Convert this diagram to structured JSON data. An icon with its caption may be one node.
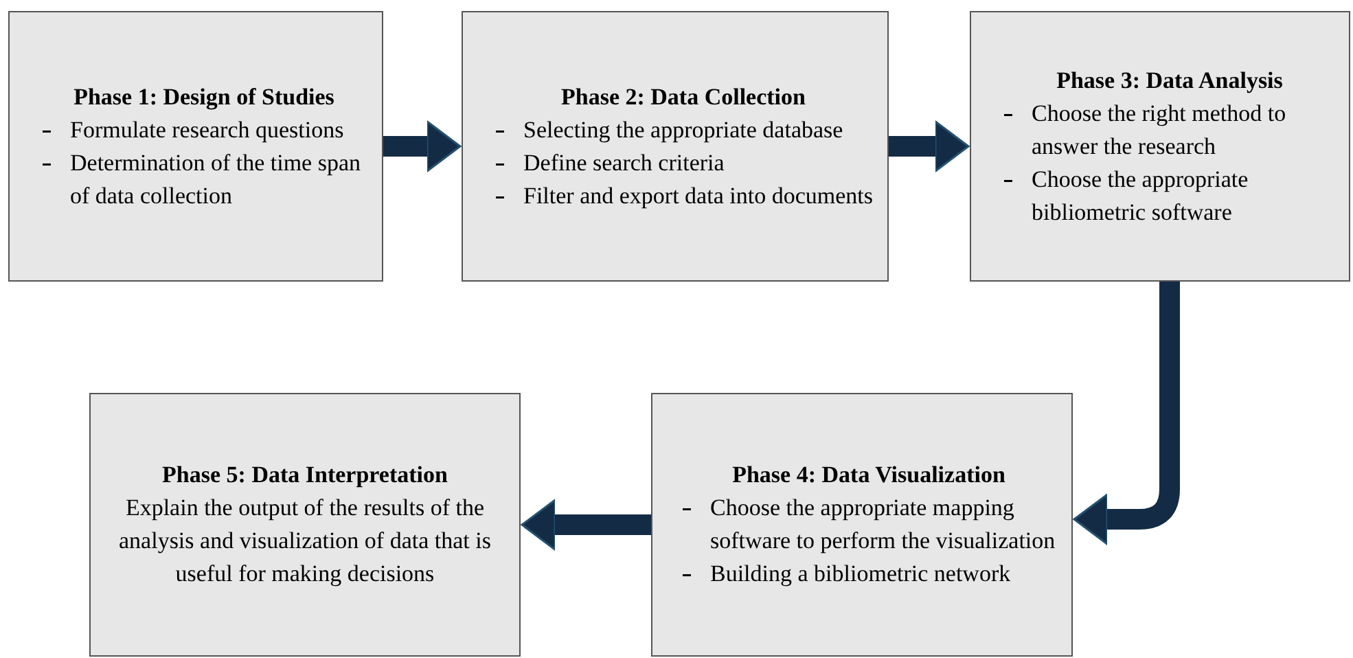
{
  "diagram": {
    "nodes": [
      {
        "text": [
          "Phase 1: Design of Studies",
          "Formulate research questions",
          "Determination of the time span of data collection"
        ]
      },
      {
        "text": [
          "Phase 2: Data Collection",
          "Selecting the appropriate database",
          "Define search criteria",
          "Filter and export data into documents"
        ]
      },
      {
        "text": [
          "Phase 3: Data Analysis",
          "Choose the right method to answer the research",
          "Choose the appropriate bibliometric software"
        ]
      },
      {
        "text": [
          "Phase 4: Data Visualization",
          "Choose the appropriate mapping software to perform the visualization",
          "Building a bibliometric network"
        ]
      },
      {
        "text": [
          "Phase 5: Data Interpretation",
          "Explain the output of the results of the analysis and visualization of data that is useful for making decisions"
        ]
      }
    ],
    "edges": [
      {
        "from": 0,
        "to": 1,
        "arrow": "to"
      },
      {
        "from": 1,
        "to": 2,
        "arrow": "to"
      },
      {
        "from": 2,
        "to": 3,
        "arrow": "to"
      },
      {
        "from": 3,
        "to": 4,
        "arrow": "to"
      }
    ]
  }
}
